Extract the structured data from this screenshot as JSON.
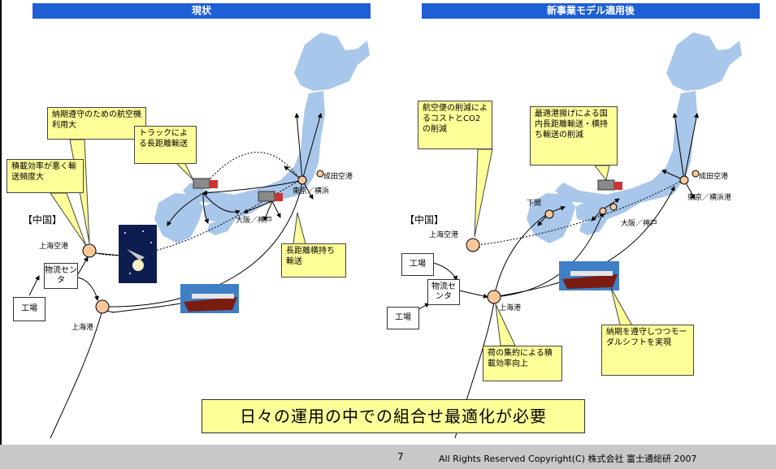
{
  "left_panel": {
    "header": "現状",
    "region_label": "【中国】",
    "callouts": {
      "aircraft": "納期遵守のための航空機利用大",
      "truck": "トラックによる長距離輸送",
      "load": "積載効率が悪く輸送頻度大",
      "coastal": "長距離横持ち輸送"
    },
    "boxes": {
      "factory": "工場",
      "dc": "物流センタ"
    },
    "labels": {
      "shanghai_airport": "上海空港",
      "shanghai_port": "上海港",
      "narita": "成田空港",
      "tokyo": "東京／横浜",
      "osaka": "大阪／神戸"
    }
  },
  "right_panel": {
    "header": "新事業モデル適用後",
    "region_label": "【中国】",
    "callouts": {
      "air_reduction": "航空便の削減によるコストとCO2の削減",
      "domestic": "最適港揚げによる国内長距離輸送・横持ち輸送の削減",
      "consolidation": "荷の集約による積載効率向上",
      "modal_shift": "納期を遵守しつつモーダルシフトを実現"
    },
    "boxes": {
      "factory1": "工場",
      "factory2": "工場",
      "dc": "物流センタ"
    },
    "labels": {
      "shanghai_airport": "上海空港",
      "shanghai_port": "上海港",
      "shimonoseki": "下関",
      "narita": "成田空港",
      "tokyo": "東京／横浜港",
      "osaka": "大阪／神戸"
    }
  },
  "banner": "日々の運用の中での組合せ最適化が必要",
  "footer": {
    "page_number": "7",
    "copyright": "All Rights Reserved Copyright(C) 株式会社 富士通総研 2007"
  },
  "colors": {
    "header_bg": "#1f5fd6",
    "map_fill": "#a9c7ea",
    "node_fill": "#f8c79a",
    "callout_bg": "#ffff99",
    "footer_bg": "#c8c8c8"
  }
}
